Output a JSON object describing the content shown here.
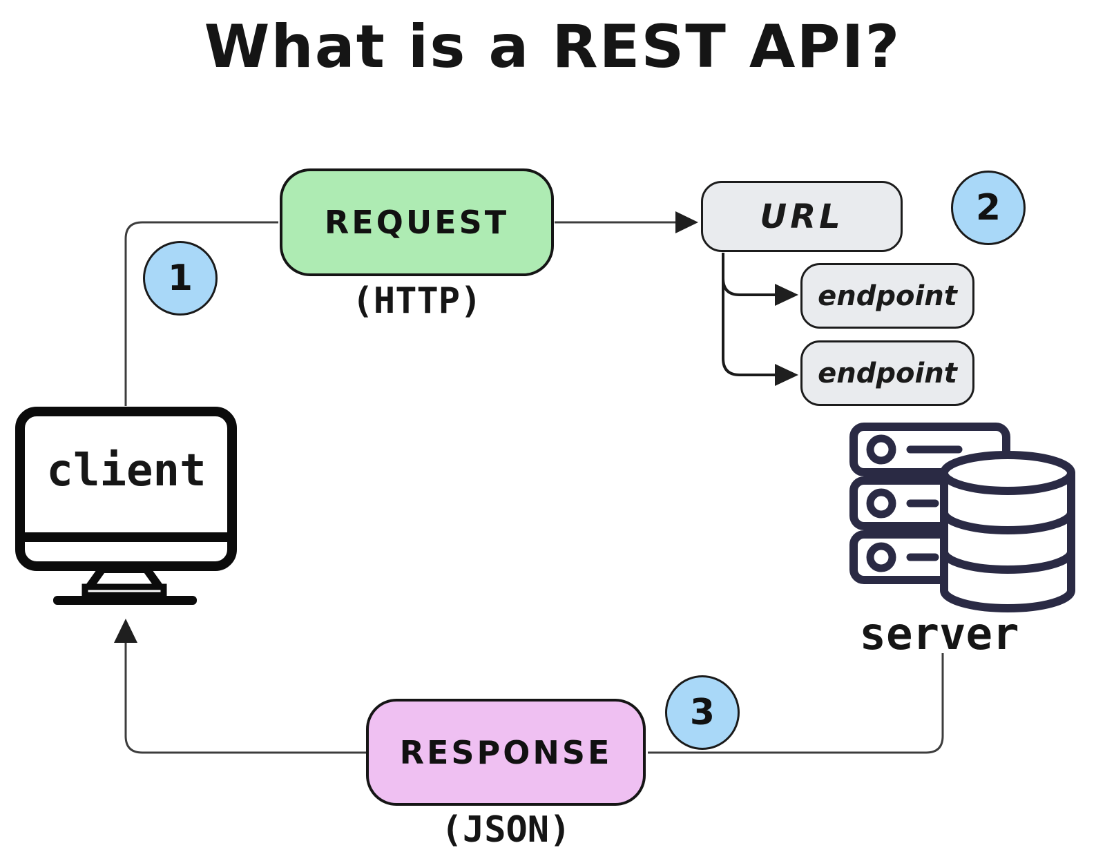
{
  "title": "What is a REST API?",
  "steps": [
    "1",
    "2",
    "3"
  ],
  "nodes": {
    "client": "client",
    "request": "REQUEST",
    "request_protocol": "(HTTP)",
    "url": "URL",
    "endpoints": [
      "endpoint",
      "endpoint"
    ],
    "server": "server",
    "response": "RESPONSE",
    "response_format": "(JSON)"
  },
  "colors": {
    "request_fill": "#aeebb3",
    "response_fill": "#efc0f2",
    "badge_fill": "#a9d8f8",
    "resource_fill": "#e9ebee",
    "icon_stroke": "#2a2a44",
    "connector": "#3d3d3d",
    "arrowhead": "#1f1f1f",
    "text": "#111111",
    "background": "#ffffff"
  }
}
